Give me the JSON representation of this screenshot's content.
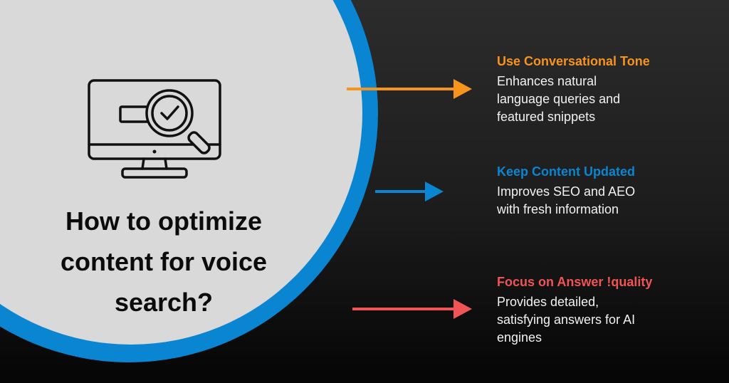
{
  "title": "How to optimize\ncontent for voice\nsearch?",
  "icon": "monitor-magnifier-check-icon",
  "colors": {
    "background": "#222222",
    "ring": "#0a85d1",
    "disc": "#d9d9d9",
    "orange": "#f7941d",
    "blue": "#0a85d1",
    "red": "#f05454"
  },
  "items": [
    {
      "heading": "Use Conversational Tone",
      "description": "Enhances natural\nlanguage queries and\nfeatured snippets",
      "color": "#f7941d"
    },
    {
      "heading": "Keep Content Updated",
      "description": "Improves SEO and AEO\nwith fresh information",
      "color": "#0a85d1"
    },
    {
      "heading": "Focus on Answer !quality",
      "description": "Provides detailed,\nsatisfying answers for AI\nengines",
      "color": "#f05454"
    }
  ]
}
